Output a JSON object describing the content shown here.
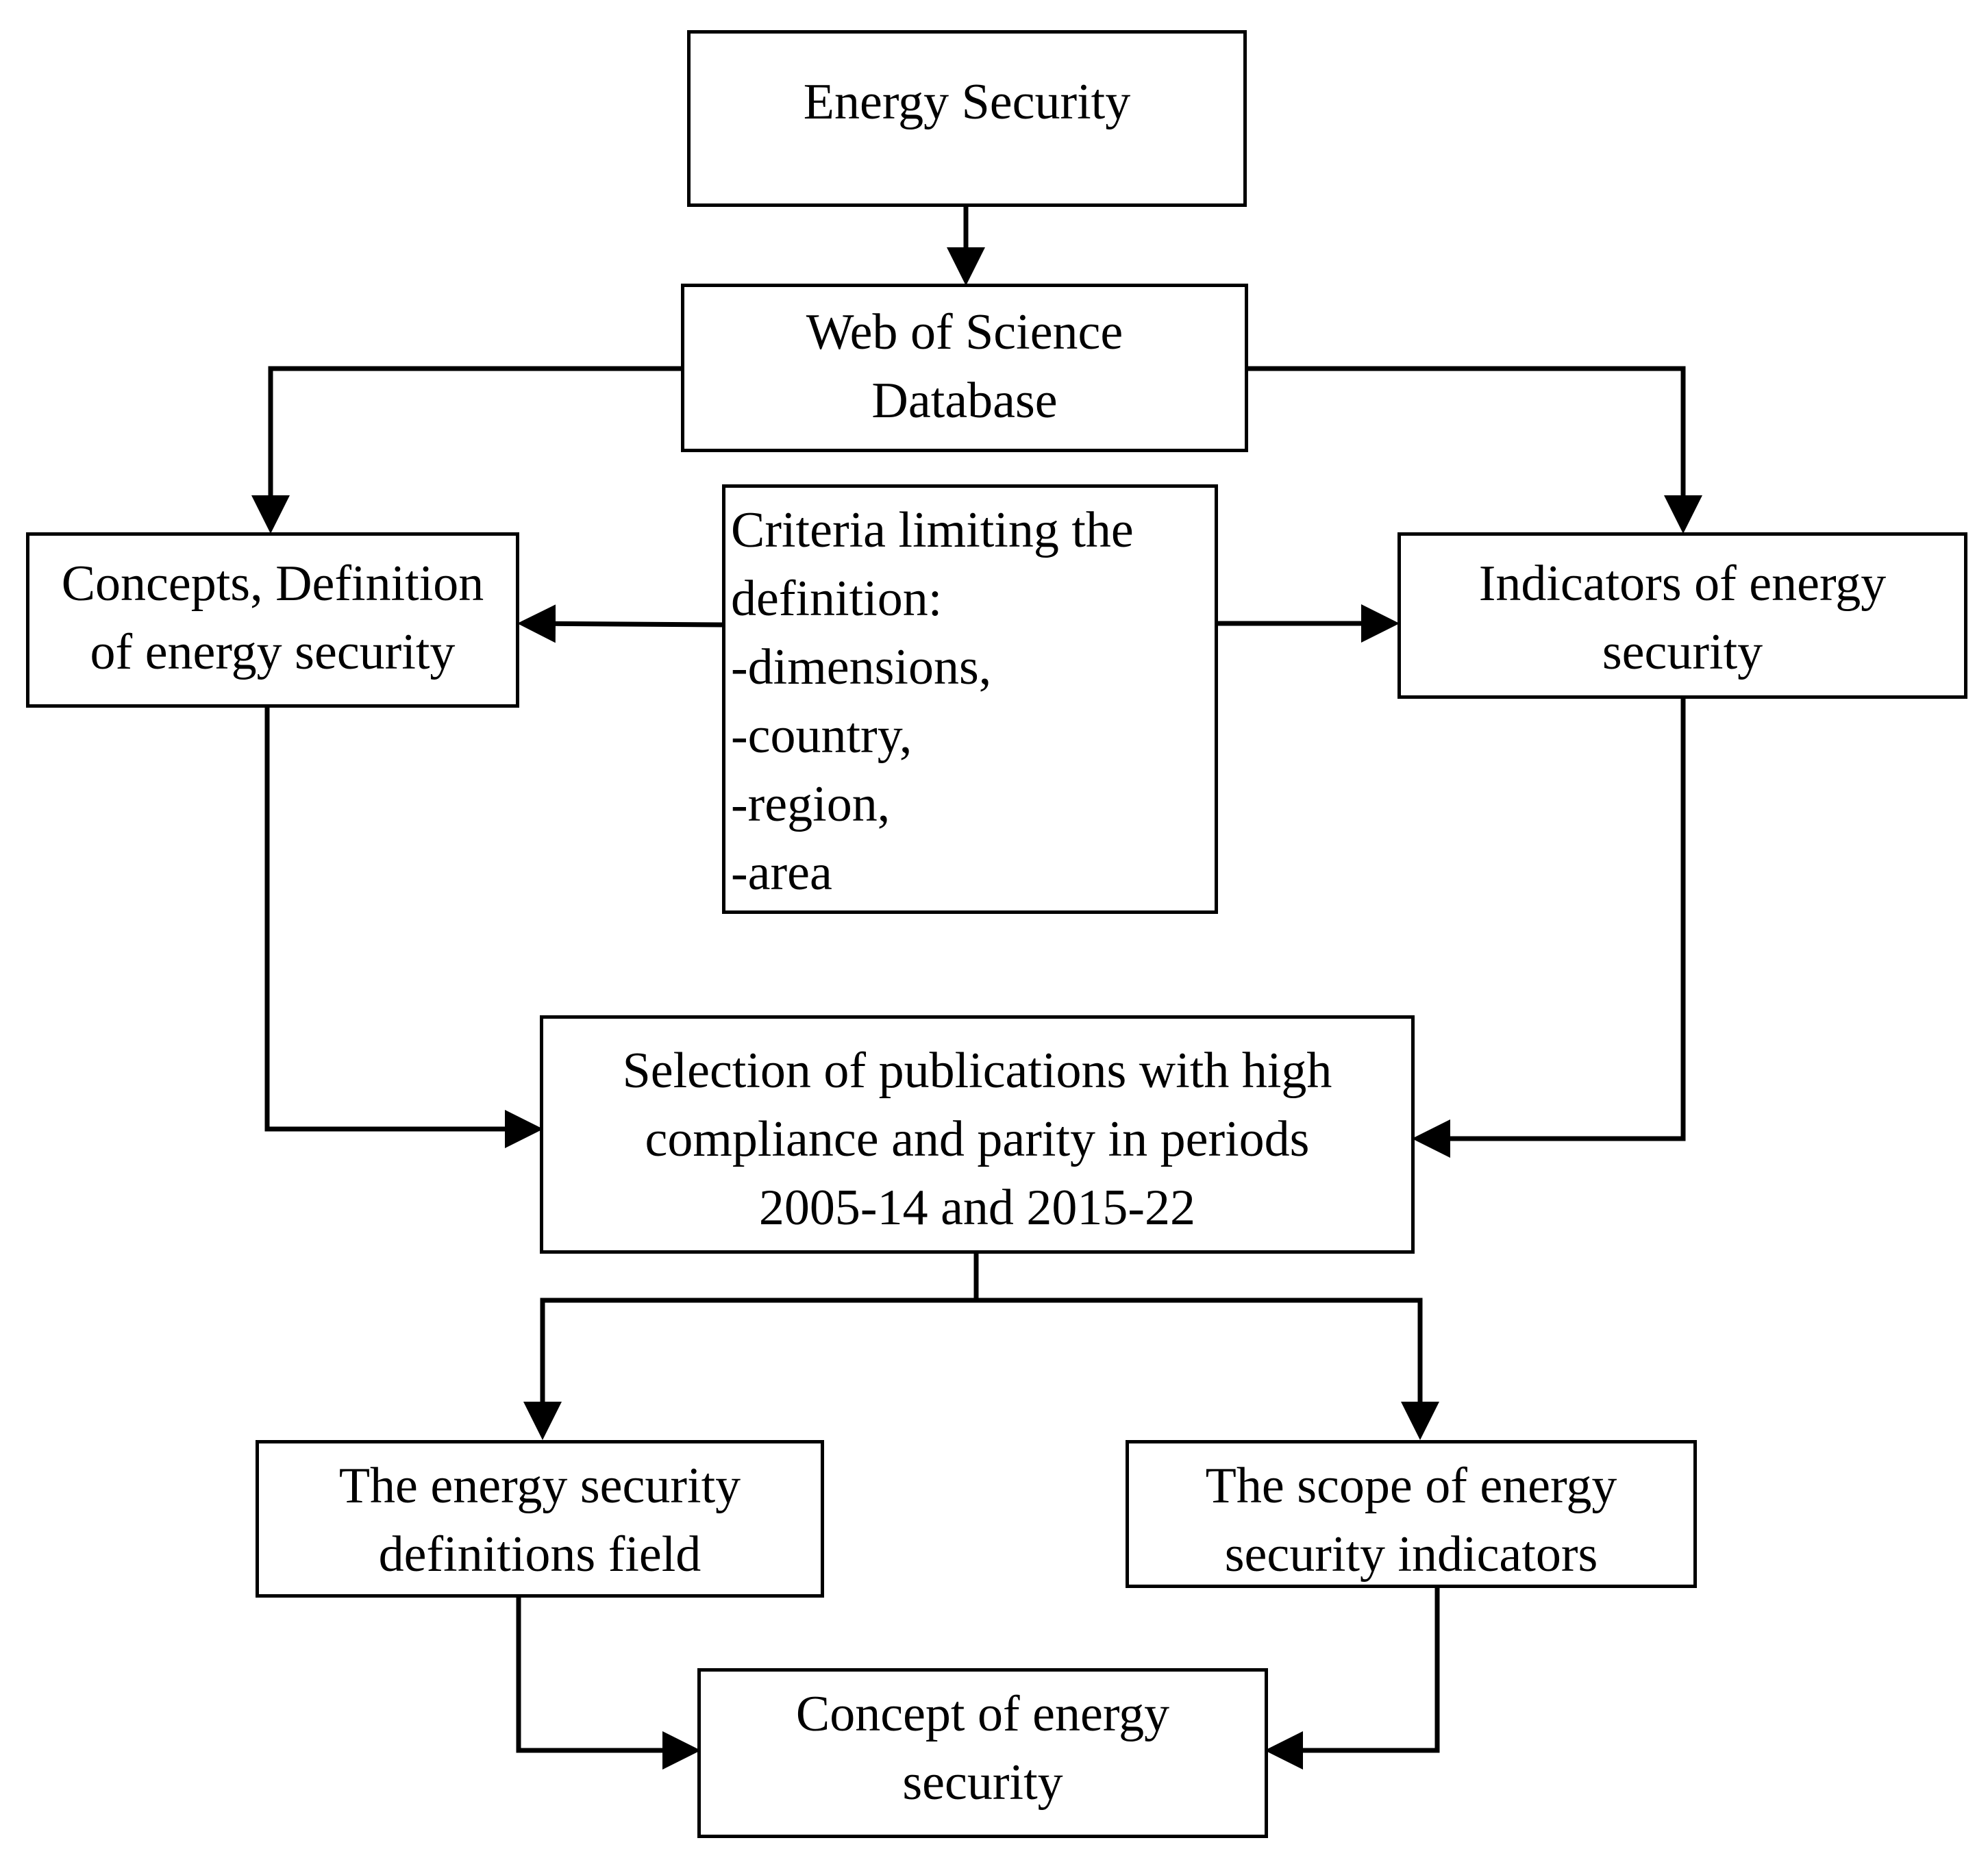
{
  "nodes": {
    "energy_security": {
      "lines": [
        "Energy Security"
      ]
    },
    "wos": {
      "lines": [
        "Web of Science",
        "Database"
      ]
    },
    "concepts": {
      "lines": [
        "Concepts, Definition",
        "of energy security"
      ]
    },
    "criteria": {
      "lines": [
        "Criteria limiting the",
        "definition:",
        "-dimensions,",
        "-country,",
        "-region,",
        "-area"
      ]
    },
    "indicators": {
      "lines": [
        "Indicators of energy",
        "security"
      ]
    },
    "selection": {
      "lines": [
        "Selection of publications with high",
        "compliance and parity in periods",
        "2005-14 and 2015-22"
      ]
    },
    "definitions_field": {
      "lines": [
        "The energy security",
        "definitions field"
      ]
    },
    "scope": {
      "lines": [
        "The scope of energy",
        "security indicators"
      ]
    },
    "concept": {
      "lines": [
        "Concept of energy",
        "security"
      ]
    }
  }
}
